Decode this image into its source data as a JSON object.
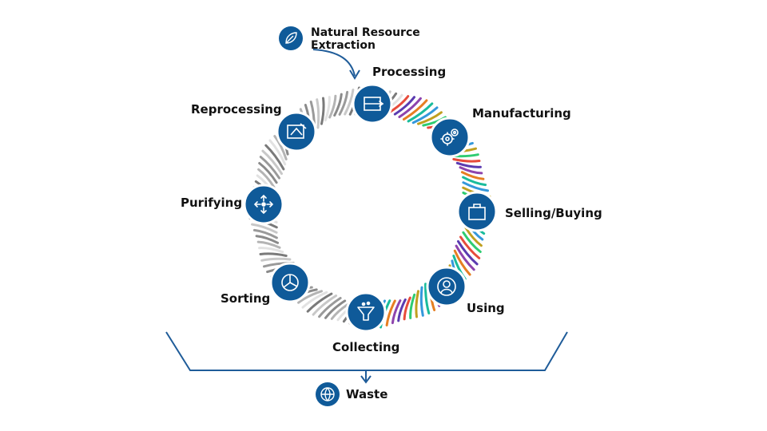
{
  "colors": {
    "node_fill": "#0f5a99",
    "connector": "#1f5c99",
    "ring_left": [
      "#9a9a9a",
      "#c8c8c8",
      "#7a7a7a",
      "#e2e2e2",
      "#b4b4b4",
      "#8a8a8a"
    ],
    "ring_right": [
      "#8e44ad",
      "#e67e22",
      "#1abc9c",
      "#3498db",
      "#c0a020",
      "#2ecc71",
      "#e74c3c",
      "#5b3bb0"
    ]
  },
  "source": {
    "label_line1": "Natural Resource",
    "label_line2": "Extraction",
    "icon": "leaf-icon"
  },
  "cycle_nodes": [
    {
      "label": "Processing",
      "icon": "process-box-icon"
    },
    {
      "label": "Manufacturing",
      "icon": "gears-icon"
    },
    {
      "label": "Selling/Buying",
      "icon": "shopping-bag-icon"
    },
    {
      "label": "Using",
      "icon": "user-icon"
    },
    {
      "label": "Collecting",
      "icon": "funnel-icon"
    },
    {
      "label": "Sorting",
      "icon": "pie-chart-icon"
    },
    {
      "label": "Purifying",
      "icon": "arrows-out-icon"
    },
    {
      "label": "Reprocessing",
      "icon": "blueprint-icon"
    }
  ],
  "sink": {
    "label": "Waste",
    "icon": "globe-waste-icon"
  }
}
